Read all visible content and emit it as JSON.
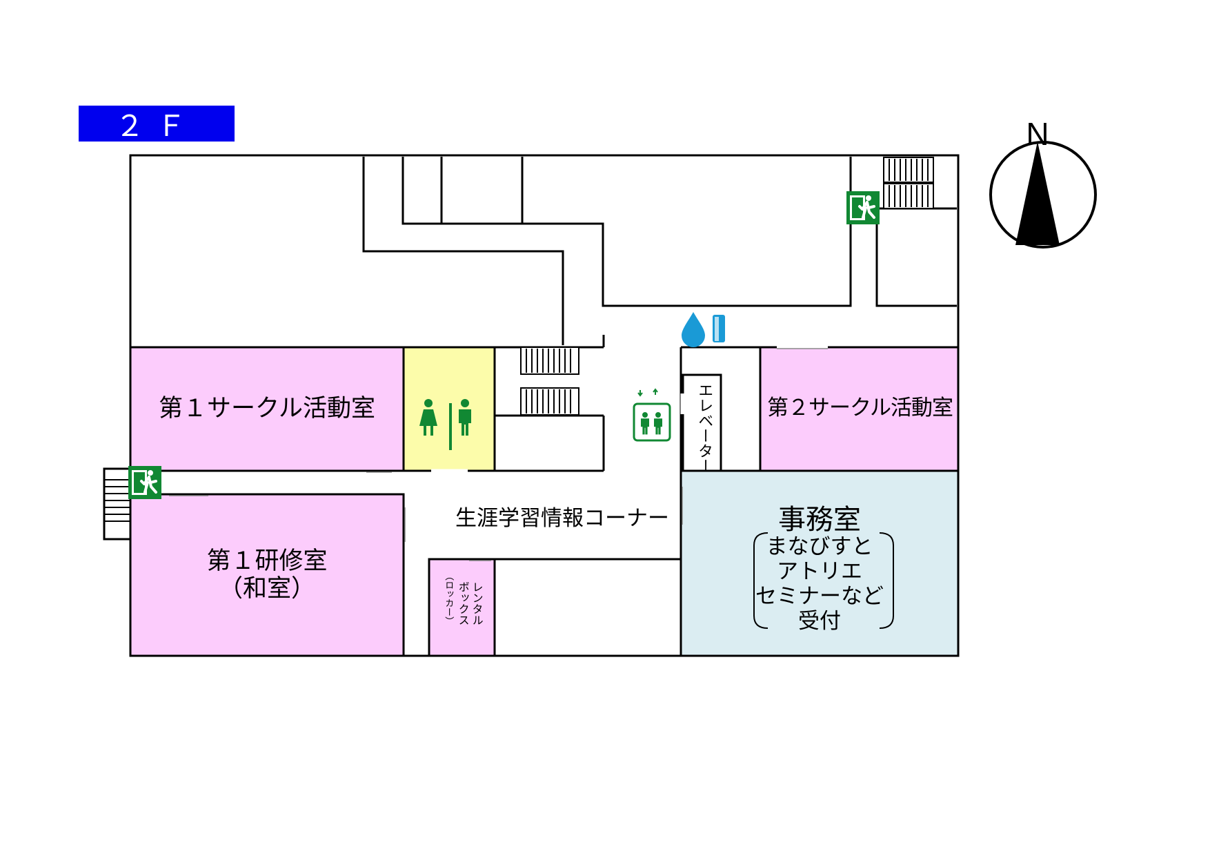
{
  "floor": {
    "label": "２Ｆ"
  },
  "compass": {
    "letter": "N"
  },
  "colors": {
    "circle_room": "#fcccfc",
    "restroom": "#fcfcaa",
    "office": "#dbedf2",
    "floor_badge": "#0000ee",
    "exit_sign": "#118833",
    "water": "#1a9ad6"
  },
  "rooms": {
    "circle1": "第１サークル活動室",
    "circle2": "第２サークル活動室",
    "training1": "第１研修室",
    "training1_sub": "（和室）",
    "elevator": "エレベーター",
    "corner": "生涯学習情報コーナー",
    "office": "事務室",
    "office_sub": [
      "まなびすと",
      "アトリエ",
      "セミナーなど",
      "受付"
    ],
    "locker_col1": "レンタル",
    "locker_col2": "ボックス",
    "locker_col3": "（ロッカー）"
  },
  "icons": {
    "exit_top": "emergency-exit-icon",
    "exit_left": "emergency-exit-icon",
    "restroom": "restroom-icon",
    "elevator": "elevator-icon",
    "water_drop": "water-drop-icon",
    "water_fountain": "water-fountain-icon"
  }
}
